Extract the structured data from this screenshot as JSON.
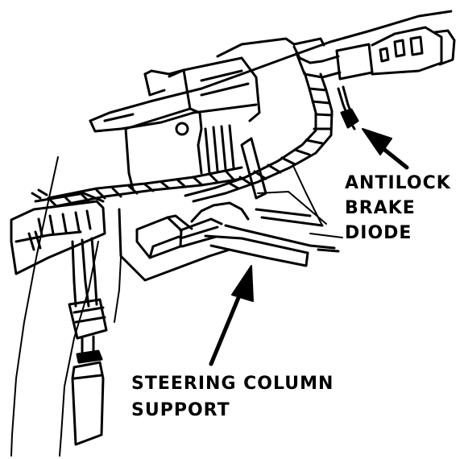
{
  "callouts": {
    "antilock_brake_diode": {
      "lines": [
        "ANTILOCK",
        "BRAKE",
        "DIODE"
      ]
    },
    "steering_column_support": {
      "lines": [
        "STEERING COLUMN",
        "SUPPORT"
      ]
    }
  },
  "colors": {
    "ink": "#000000",
    "paper": "#ffffff"
  }
}
